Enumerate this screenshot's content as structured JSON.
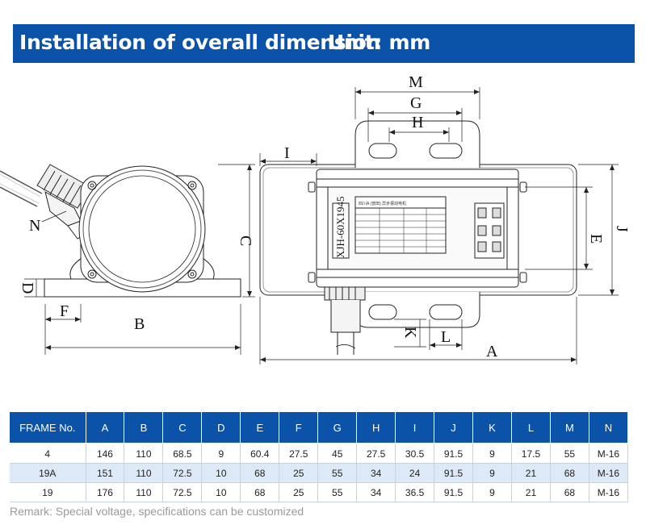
{
  "header": {
    "title": "Installation of overall dimension",
    "unit": "Unit: mm",
    "bg_color": "#0a53a9"
  },
  "diagram": {
    "labels": [
      "M",
      "G",
      "H",
      "I",
      "N",
      "C",
      "D",
      "F",
      "B",
      "E",
      "J",
      "K",
      "L",
      "A"
    ],
    "model_text": "XJH-60X1945",
    "nameplate_title": "四川A (普田) 异步振动电机"
  },
  "table": {
    "headers": [
      "FRAME No.",
      "A",
      "B",
      "C",
      "D",
      "E",
      "F",
      "G",
      "H",
      "I",
      "J",
      "K",
      "L",
      "M",
      "N"
    ],
    "rows": [
      [
        "4",
        "146",
        "110",
        "68.5",
        "9",
        "60.4",
        "27.5",
        "45",
        "27.5",
        "30.5",
        "91.5",
        "9",
        "17.5",
        "55",
        "M-16"
      ],
      [
        "19A",
        "151",
        "110",
        "72.5",
        "10",
        "68",
        "25",
        "55",
        "34",
        "24",
        "91.5",
        "9",
        "21",
        "68",
        "M-16"
      ],
      [
        "19",
        "176",
        "110",
        "72.5",
        "10",
        "68",
        "25",
        "55",
        "34",
        "36.5",
        "91.5",
        "9",
        "21",
        "68",
        "M-16"
      ]
    ]
  },
  "remark": "Remark: Special voltage, specifications can be customized"
}
